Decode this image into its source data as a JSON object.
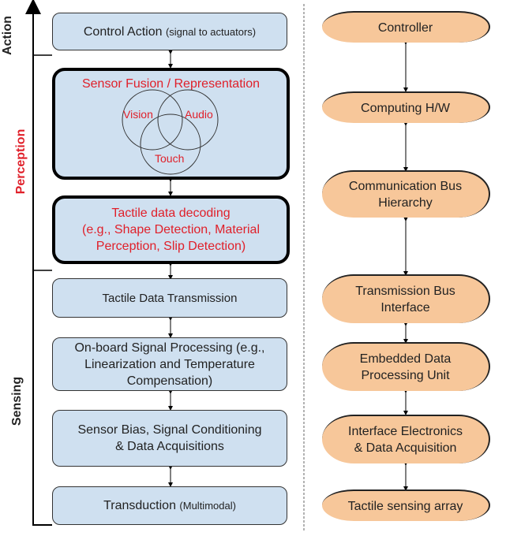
{
  "side_labels": {
    "action": "Action",
    "perception": "Perception",
    "sensing": "Sensing"
  },
  "left_column": {
    "control_action": {
      "main": "Control Action",
      "sub": "(signal to actuators)"
    },
    "sensor_fusion": {
      "title": "Sensor Fusion / Representation",
      "venn": {
        "vision": "Vision",
        "audio": "Audio",
        "touch": "Touch"
      }
    },
    "tactile_decoding": {
      "line1": "Tactile data decoding",
      "line2": "(e.g., Shape Detection, Material",
      "line3": "Perception, Slip Detection)"
    },
    "transmission": "Tactile Data Transmission",
    "onboard": {
      "line1": "On-board Signal Processing (e.g.,",
      "line2": "Linearization and Temperature",
      "line3": "Compensation)"
    },
    "bias": {
      "line1": "Sensor Bias, Signal Conditioning",
      "line2": "& Data Acquisitions"
    },
    "transduction": {
      "main": "Transduction",
      "sub": "(Multimodal)"
    }
  },
  "right_column": {
    "controller": "Controller",
    "computing": "Computing H/W",
    "comm_bus": {
      "line1": "Communication Bus",
      "line2": "Hierarchy"
    },
    "tx_bus": {
      "line1": "Transmission Bus",
      "line2": "Interface"
    },
    "embedded": {
      "line1": "Embedded Data",
      "line2": "Processing Unit"
    },
    "interface": {
      "line1": "Interface Electronics",
      "line2": "& Data Acquisition"
    },
    "array": "Tactile sensing array"
  },
  "colors": {
    "left_box_fill": "#cfe0f0",
    "right_box_fill": "#f7c79a",
    "perception_text": "#e0202a"
  }
}
